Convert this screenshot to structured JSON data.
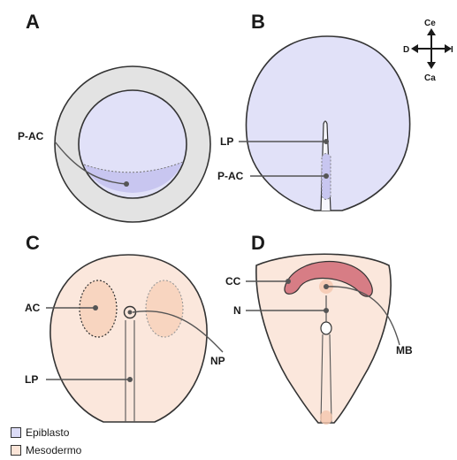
{
  "panels": {
    "A": {
      "letter": "A",
      "p_ac_label": "P-AC"
    },
    "B": {
      "letter": "B",
      "lp_label": "LP",
      "p_ac_label": "P-AC"
    },
    "C": {
      "letter": "C",
      "ac_label": "AC",
      "lp_label": "LP",
      "np_label": "NP"
    },
    "D": {
      "letter": "D",
      "cc_label": "CC",
      "n_label": "N",
      "mb_label": "MB"
    }
  },
  "compass": {
    "up": "Ce",
    "down": "Ca",
    "left": "D",
    "right": "I"
  },
  "legend": [
    {
      "label": "Epiblasto",
      "color": "#dcdcf7"
    },
    {
      "label": "Mesodermo",
      "color": "#fbe5d8"
    }
  ],
  "colors": {
    "epiblast": "#e1e1f8",
    "epiblast_band": "#c8c6f0",
    "extraembryonic": "#e3e3e3",
    "mesoderm": "#fbe7dc",
    "ac_region": "#f8d5c0",
    "cardiac_crescent": "#d77d85",
    "outline": "#333333",
    "leader": "#555555"
  }
}
